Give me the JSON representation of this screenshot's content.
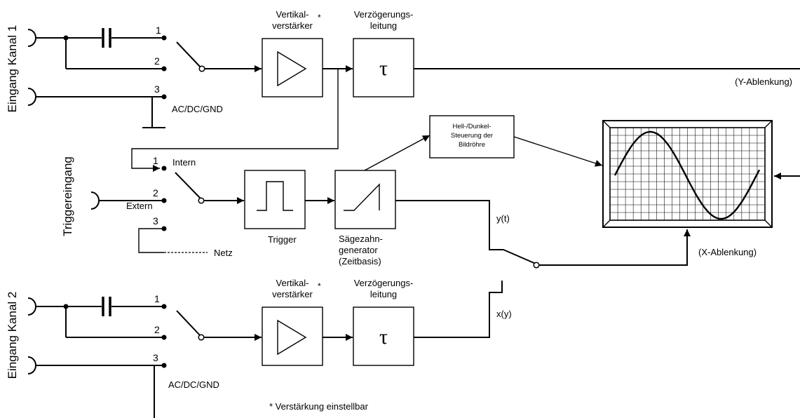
{
  "channel1": {
    "input_label": "Eingang Kanal 1",
    "switch_positions": [
      "1",
      "2",
      "3"
    ],
    "coupling_label": "AC/DC/GND",
    "amp_label_line1": "Vertikal-",
    "amp_label_line2": "verstärker",
    "amp_asterisk": "*",
    "delay_label_line1": "Verzögerungs-",
    "delay_label_line2": "leitung",
    "delay_symbol": "τ"
  },
  "channel2": {
    "input_label": "Eingang Kanal 2",
    "switch_positions": [
      "1",
      "2",
      "3"
    ],
    "coupling_label": "AC/DC/GND",
    "amp_label_line1": "Vertikal-",
    "amp_label_line2": "verstärker",
    "amp_asterisk": "*",
    "delay_label_line1": "Verzögerungs-",
    "delay_label_line2": "leitung",
    "delay_symbol": "τ"
  },
  "trigger_section": {
    "input_label": "Triggereingang",
    "switch_positions": [
      "1",
      "2",
      "3"
    ],
    "intern_label": "Intern",
    "extern_label": "Extern",
    "netz_label": "Netz",
    "trigger_label": "Trigger",
    "sawtooth_label_line1": "Sägezahn-",
    "sawtooth_label_line2": "generator",
    "sawtooth_label_line3": "(Zeitbasis)"
  },
  "brightness_block": {
    "line1": "Hell-/Dunkel-",
    "line2": "Steuerung der",
    "line3": "Bildröhre"
  },
  "mode_switch": {
    "yt_label": "y(t)",
    "xy_label": "x(y)"
  },
  "deflection": {
    "y_label": "(Y-Ablenkung)",
    "x_label": "(X-Ablenkung)"
  },
  "footnote": "*  Verstärkung einstellbar"
}
